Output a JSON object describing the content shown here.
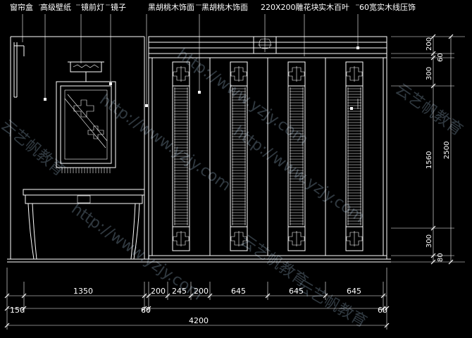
{
  "labels": {
    "curtain_box": "窗帘盒",
    "wallpaper": "高级壁纸",
    "mirror_light": "镜前灯",
    "mirror": "镜子",
    "veneer1": "黑胡桃木饰面",
    "veneer2": "黑胡桃木饰面",
    "carving": "220X200雕花块",
    "louver": "实木百叶",
    "molding": "60宽实木线压饰"
  },
  "dims_bottom": [
    "1350",
    "200",
    "245",
    "200",
    "645",
    "645",
    "645"
  ],
  "dims_bottom2": [
    "150",
    "60",
    "60"
  ],
  "dim_total": "4200",
  "dims_right": [
    "200",
    "60",
    "300",
    "1560",
    "300",
    "80"
  ],
  "dim_right_total": "2500",
  "watermarks": [
    "http://www.yzjy.com",
    "云艺帆教育"
  ],
  "colors": {
    "line": "#ffffff",
    "background": "#000000"
  }
}
